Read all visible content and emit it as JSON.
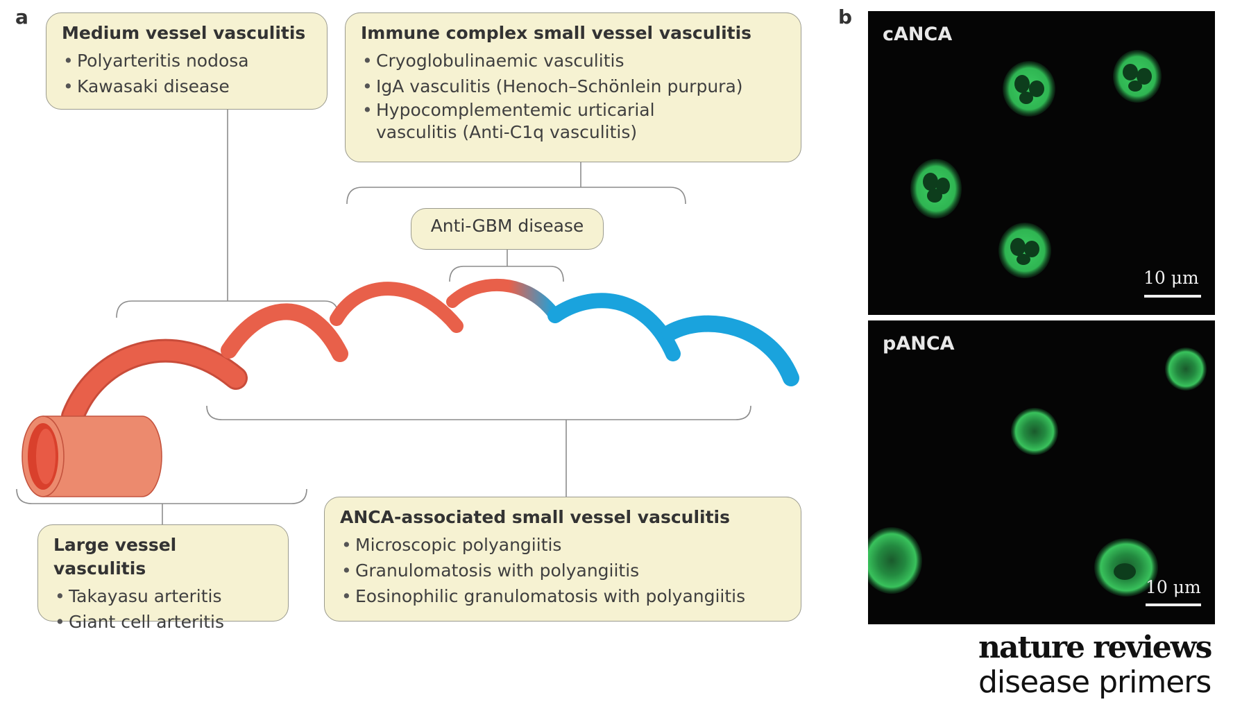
{
  "panels": {
    "a": "a",
    "b": "b"
  },
  "boxes": {
    "medium": {
      "title": "Medium vessel vasculitis",
      "items": [
        "Polyarteritis nodosa",
        "Kawasaki disease"
      ]
    },
    "immune": {
      "title": "Immune complex small vessel vasculitis",
      "items": [
        "Cryoglobulinaemic vasculitis",
        "IgA vasculitis (Henoch–Schönlein purpura)",
        "Hypocomplementemic urticarial",
        "vasculitis (Anti-C1q vasculitis)"
      ]
    },
    "gbm": {
      "title": "Anti-GBM disease"
    },
    "large": {
      "title": "Large vessel vasculitis",
      "items": [
        "Takayasu arteritis",
        "Giant cell arteritis"
      ]
    },
    "anca": {
      "title": "ANCA-associated small vessel vasculitis",
      "items": [
        "Microscopic polyangiitis",
        "Granulomatosis with polyangiitis",
        "Eosinophilic granulomatosis with polyangiitis"
      ]
    }
  },
  "micrographs": {
    "canca": {
      "label": "cANCA",
      "scale": "10 μm"
    },
    "panca": {
      "label": "pANCA",
      "scale": "10 μm"
    }
  },
  "brand": {
    "line1": "nature reviews",
    "line2": "disease primers"
  },
  "colors": {
    "artery": "#e8604a",
    "vein": "#1aa3dd",
    "box_fill": "#f6f2d2",
    "fluorescence": "#35c25a"
  }
}
